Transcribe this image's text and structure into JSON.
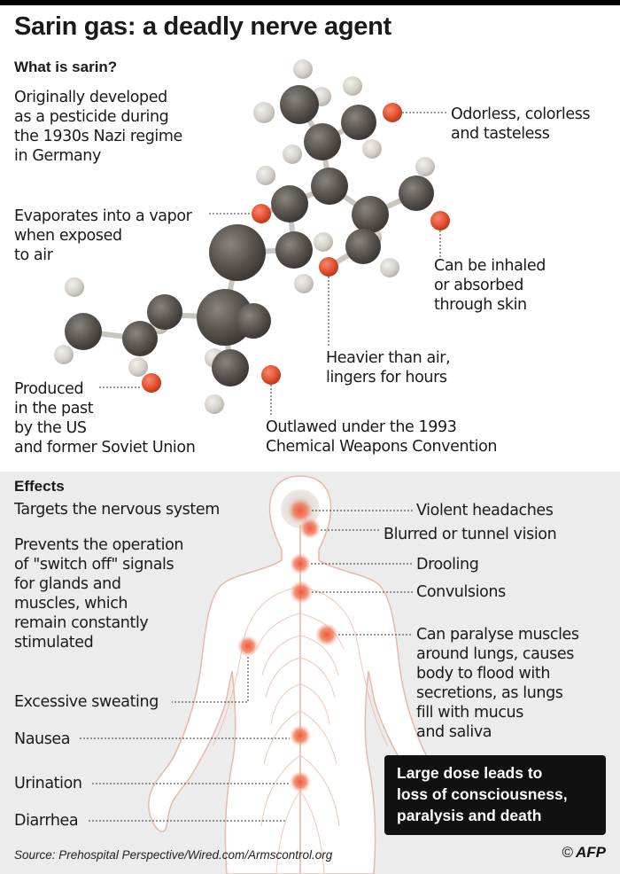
{
  "title": "Sarin gas: a deadly nerve agent",
  "what": {
    "heading": "What is sarin?",
    "facts": [
      "Originally developed\nas a pesticide during\nthe 1930s Nazi regime\nin Germany",
      "Odorless, colorless\nand tasteless",
      "Evaporates into a vapor\nwhen exposed\nto air",
      "Can be inhaled\nor absorbed\nthrough skin",
      "Heavier than air,\nlingers for hours",
      "Produced\nin the past\nby the US\nand former Soviet Union",
      "Outlawed under the 1993\nChemical Weapons Convention"
    ]
  },
  "effects": {
    "heading": "Effects",
    "left": [
      "Targets the nervous system",
      "Prevents the operation\nof \"switch off\" signals\nfor glands and\nmuscles, which\nremain constantly\nstimulated"
    ],
    "symptoms": [
      "Violent headaches",
      "Blurred or tunnel vision",
      "Drooling",
      "Convulsions",
      "Can paralyse muscles\naround lungs, causes\nbody to flood with\nsecretions, as lungs\nfill with mucus\nand saliva",
      "Excessive sweating",
      "Nausea",
      "Urination",
      "Diarrhea"
    ],
    "callout": "Large dose leads to\nloss of consciousness,\nparalysis and death"
  },
  "source": "Source: Prehospital Perspective/Wired.com/Armscontrol.org",
  "logo": {
    "symbol": "©",
    "text": "AFP"
  },
  "colors": {
    "atom_dark": "#5a544f",
    "atom_light": "#d9d6d0",
    "atom_red": "#e2502f",
    "hotspot": "#ef6a4c",
    "panel": "#ececec"
  }
}
